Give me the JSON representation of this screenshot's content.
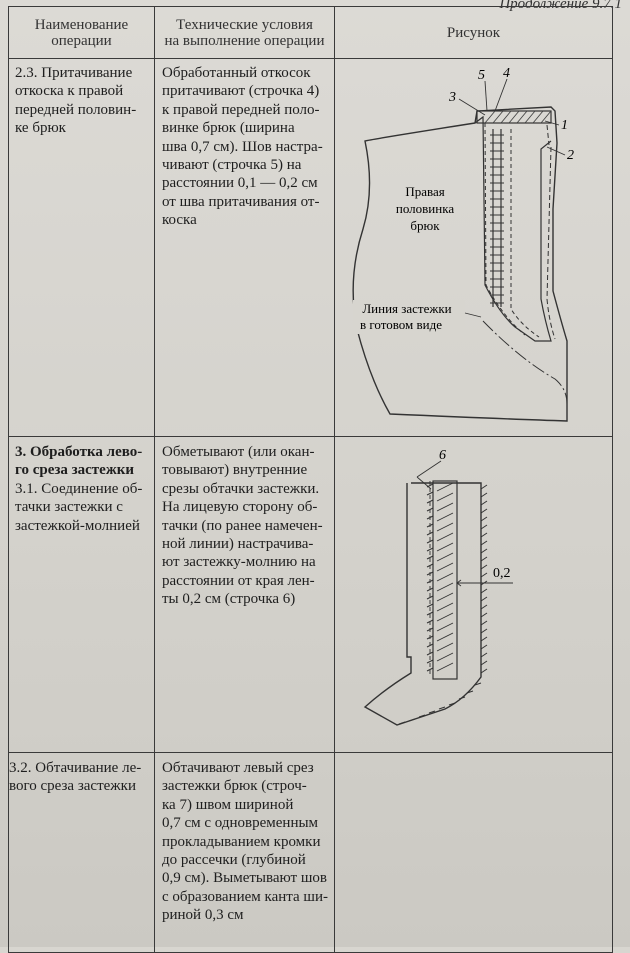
{
  "continuation_label": "Продолжение 9.7.1",
  "header": {
    "col1": "Наименование\nоперации",
    "col2": "Технические условия\nна выполнение операции",
    "col3": "Рисунок"
  },
  "rows": [
    {
      "operation": "2.3. Притачивание\nоткоска к правой\nпередней половин-\nке брюк",
      "conditions": "Обработанный откосок\nпритачивают (строчка 4)\nк правой передней поло-\nвинке брюк (ширина\nшва 0,7 см). Шов настра-\nчивают (строчка 5) на\nрасстоянии 0,1 — 0,2 см\nот шва притачивания от-\nкоска",
      "figure": {
        "label_half": "Правая\nполовинка\nбрюк",
        "label_line": "Линия застежки\nв готовом виде",
        "markers": [
          "1",
          "2",
          "3",
          "4",
          "5"
        ]
      }
    },
    {
      "operation_bold": "3. Обработка лево-\nго среза застежки",
      "operation": "3.1. Соединение об-\nтачки застежки с\nзастежкой-молнией",
      "conditions": "Обметывают (или окан-\nтовывают) внутренние\nсрезы обтачки застежки.\nНа лицевую сторону об-\nтачки (по ранее намечен-\nной линии) настрачива-\nют застежку-молнию на\nрасстоянии от края лен-\nты 0,2 см (строчка 6)",
      "figure": {
        "marker": "6",
        "dimension": "0,2"
      }
    },
    {
      "operation": "3.2. Обтачивание ле-\nвого среза застежки",
      "conditions": "Обтачивают левый срез\nзастежки брюк (строч-\nка 7) швом шириной\n0,7 см с одновременным\nпрокладыванием кромки\nдо рассечки (глубиной\n0,9 см). Выметывают шов\nс образованием канта ши-\nриной 0,3 см"
    }
  ]
}
